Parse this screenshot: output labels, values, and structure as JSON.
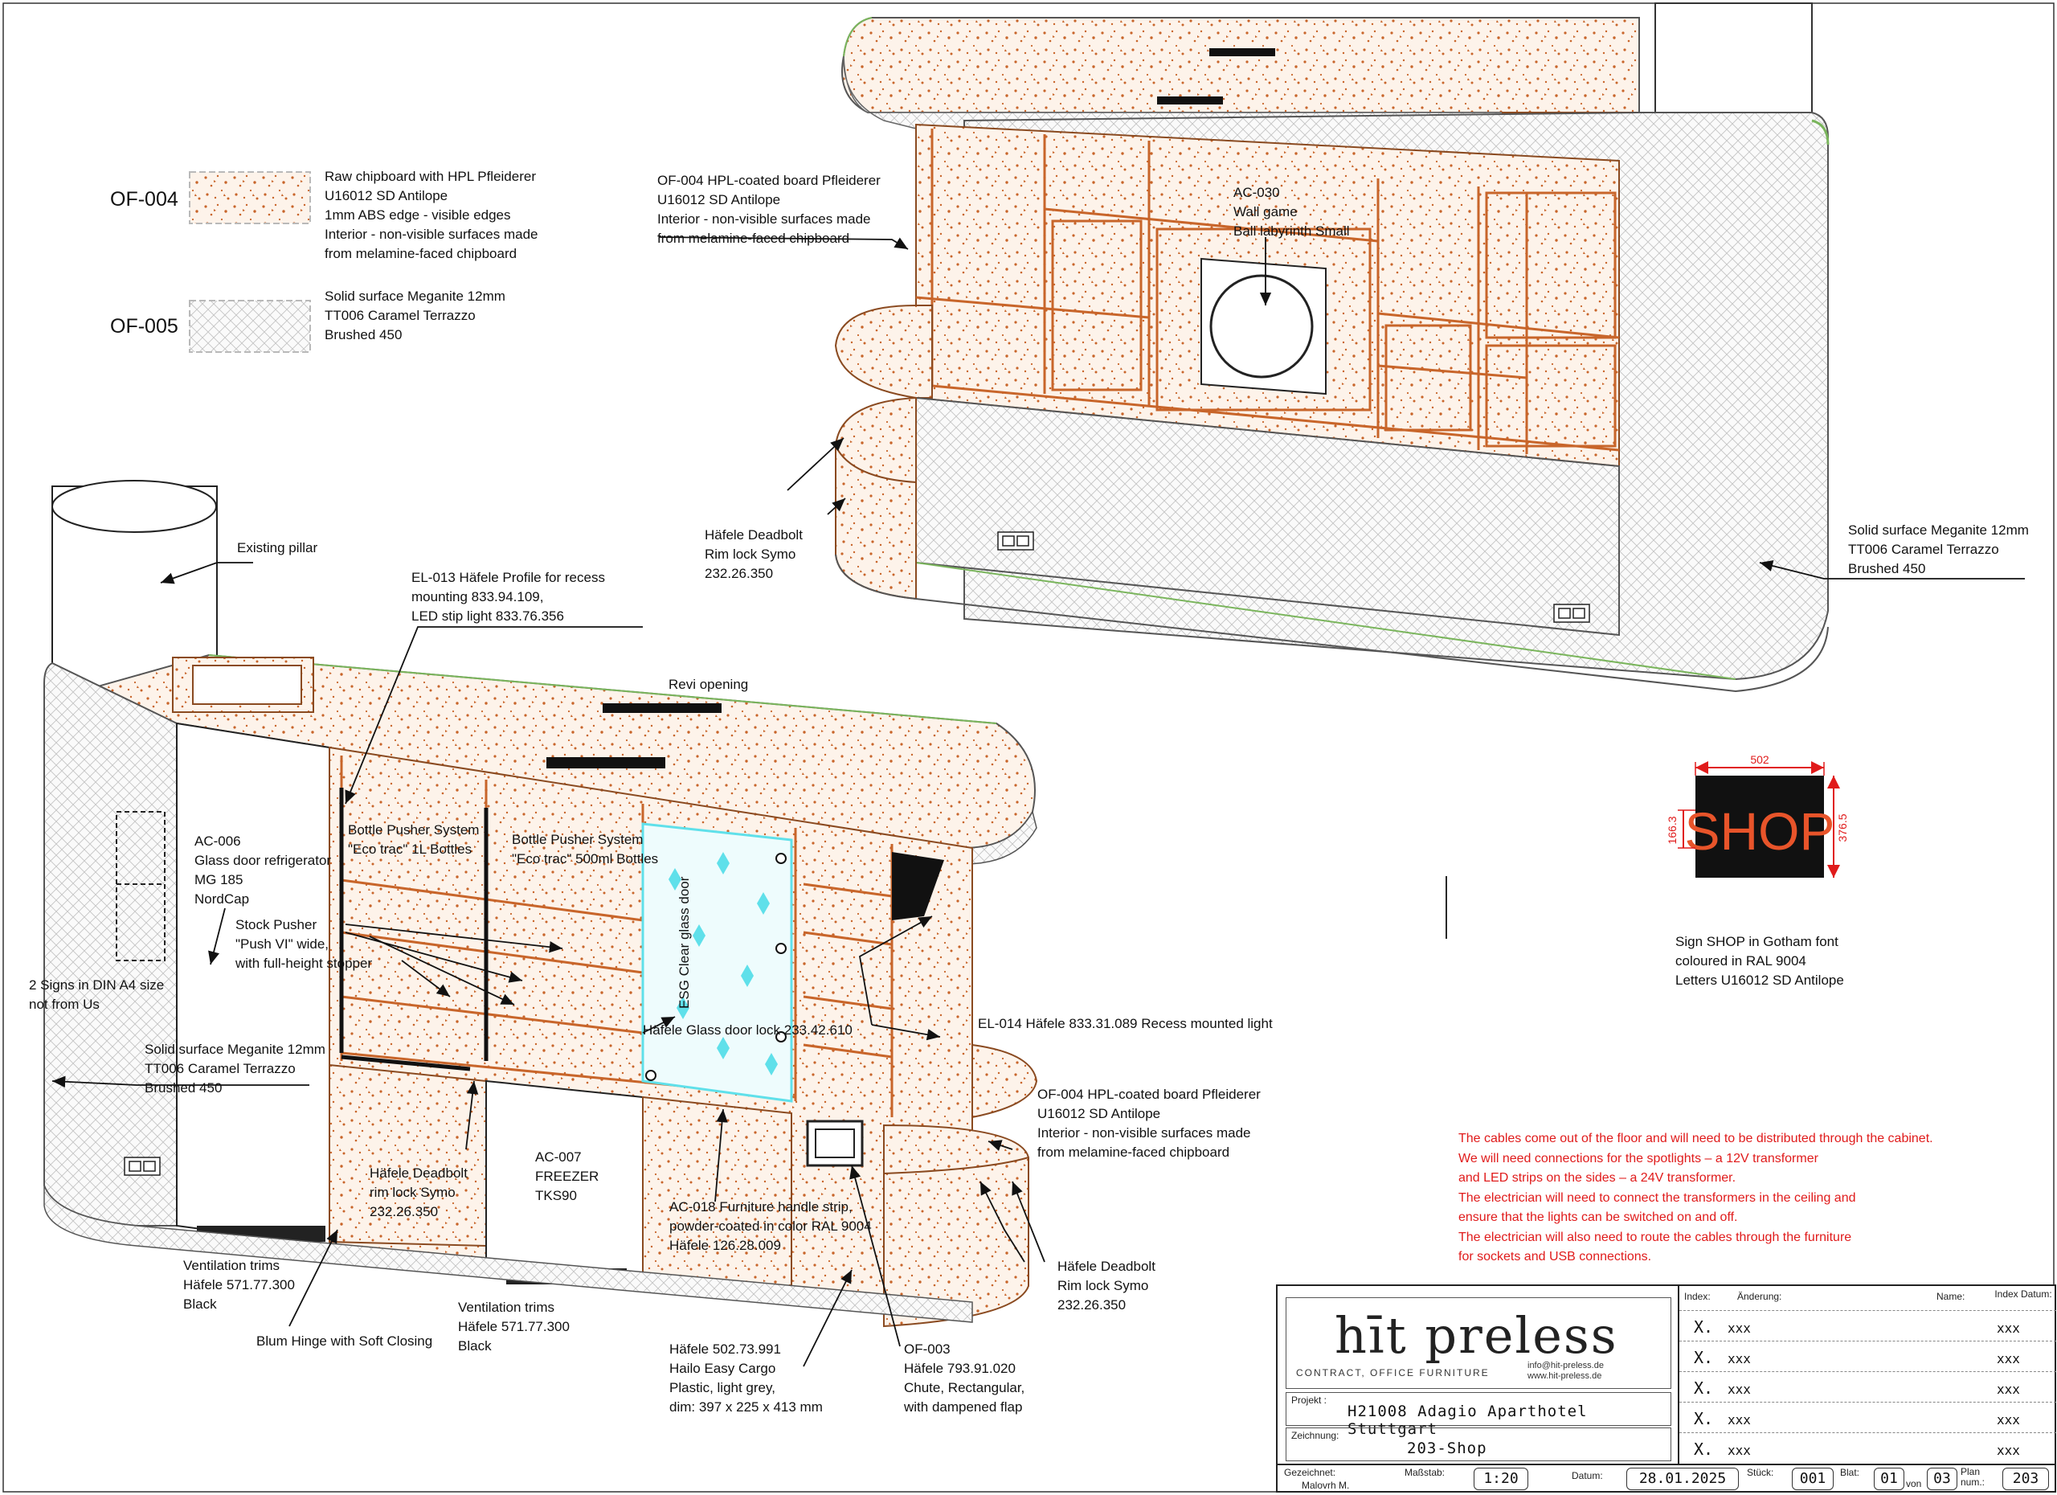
{
  "legend": {
    "of004": {
      "code": "OF-004",
      "lines": [
        "Raw chipboard with HPL Pfleiderer",
        "U16012 SD Antilope",
        "1mm ABS edge - visible edges",
        "Interior - non-visible surfaces made",
        "from melamine-faced chipboard"
      ]
    },
    "of005": {
      "code": "OF-005",
      "lines": [
        "Solid surface Meganite 12mm",
        "TT006 Caramel Terrazzo",
        "Brushed 450"
      ]
    }
  },
  "labels": {
    "upper_of004": [
      "OF-004 HPL-coated board Pfleiderer",
      "U16012 SD Antilope",
      "Interior - non-visible surfaces made",
      "from melamine-faced chipboard"
    ],
    "ac030": [
      "AC-030",
      "Wall game",
      "Ball labyrinth Small"
    ],
    "upper_deadbolt": [
      "Häfele Deadbolt",
      "Rim lock Symo",
      "232.26.350"
    ],
    "upper_meganite": [
      "Solid surface Meganite 12mm",
      "TT006 Caramel Terrazzo",
      "Brushed 450"
    ],
    "existing_pillar": [
      "Existing pillar"
    ],
    "el013": [
      "EL-013 Häfele Profile for recess",
      "mounting 833.94.109,",
      "LED stip light 833.76.356"
    ],
    "revi": [
      "Revi opening"
    ],
    "ac006": [
      "AC-006",
      "Glass door refrigerator",
      "MG 185",
      "NordCap"
    ],
    "bottle1": [
      "Bottle Pusher System",
      "\"Eco trac\" 1L Bottles"
    ],
    "bottle2": [
      "Bottle Pusher System",
      "\"Eco trac\" 500ml Bottles"
    ],
    "stock": [
      "Stock Pusher",
      "\"Push VI\" wide,",
      "with full-height stopper"
    ],
    "signs": [
      "2 Signs in DIN A4 size",
      "not from Us"
    ],
    "esg": [
      "ESG Clear glass door"
    ],
    "glasslock": [
      "Häfele Glass door lock 233.42.610"
    ],
    "el014": [
      "EL-014 Häfele 833.31.089 Recess mounted light"
    ],
    "lower_meganite": [
      "Solid surface Meganite 12mm",
      "TT006 Caramel Terrazzo",
      "Brushed 450"
    ],
    "lower_deadbolt_mid": [
      "Häfele Deadbolt",
      "rim lock Symo",
      "232.26.350"
    ],
    "ac007": [
      "AC-007",
      "FREEZER",
      "TKS90"
    ],
    "ac018": [
      "AC-018 Furniture handle strip,",
      "powder-coated in color RAL 9004",
      "Häfele 126.28.009"
    ],
    "lower_of004": [
      "OF-004 HPL-coated board Pfleiderer",
      "U16012 SD Antilope",
      "Interior - non-visible surfaces made",
      "from melamine-faced chipboard"
    ],
    "lower_deadbolt_right": [
      "Häfele Deadbolt",
      "Rim lock Symo",
      "232.26.350"
    ],
    "vent1": [
      "Ventilation trims",
      "Häfele 571.77.300",
      "Black"
    ],
    "vent2": [
      "Ventilation trims",
      "Häfele 571.77.300",
      "Black"
    ],
    "blum": [
      "Blum Hinge with Soft Closing"
    ],
    "easycargo": [
      "Häfele 502.73.991",
      "Hailo Easy Cargo",
      "Plastic, light grey,",
      "dim: 397 x 225 x 413 mm"
    ],
    "of003": [
      "OF-003",
      "Häfele 793.91.020",
      "Chute, Rectangular,",
      "with dampened flap"
    ],
    "sign_desc": [
      "Sign SHOP in Gotham font",
      "coloured in RAL 9004",
      "Letters U16012 SD Antilope"
    ]
  },
  "sign": {
    "text": "SHOP",
    "width": "502",
    "height": "376.5",
    "letter_height": "166.3",
    "dim_color": "#e01b1b",
    "sign_bg": "#111111",
    "letter_color": "#e8542a"
  },
  "notes": [
    "The cables come out of the floor and will need to be distributed through the cabinet.",
    "We will need connections for the spotlights – a 12V transformer",
    "and LED strips on the sides – a 24V transformer.",
    "The electrician will need to connect the transformers in the ceiling and",
    "ensure that the lights can be switched on and off.",
    "The electrician will also need to route the cables through the furniture",
    "for sockets and USB connections."
  ],
  "title_block": {
    "brand": "hīt preless",
    "tagline": "CONTRACT, OFFICE FURNITURE",
    "email": "info@hit-preless.de",
    "web": "www.hit-preless.de",
    "projekt_label": "Projekt :",
    "projekt": "H21008 Adagio Aparthotel Stuttgart",
    "zeichnung_label": "Zeichnung:",
    "zeichnung": "203-Shop",
    "gezeichnet_label": "Gezeichnet:",
    "gezeichnet": "Malovrh M.",
    "massstab_label": "Maßstab:",
    "massstab": "1:20",
    "datum_label": "Datum:",
    "datum": "28.01.2025",
    "stueck_label": "Stück:",
    "stueck": "001",
    "blat_label": "Blat:",
    "blat": "01",
    "von_label": "von",
    "von": "03",
    "plan_label": "Plan num.:",
    "plan": "203",
    "rev_headers": [
      "Index:",
      "Änderung:",
      "Name:",
      "Index Datum:"
    ],
    "rev_rows": [
      {
        "x": "X.",
        "a": "xxx",
        "b": "xxx"
      },
      {
        "x": "X.",
        "a": "xxx",
        "b": "xxx"
      },
      {
        "x": "X.",
        "a": "xxx",
        "b": "xxx"
      },
      {
        "x": "X.",
        "a": "xxx",
        "b": "xxx"
      },
      {
        "x": "X.",
        "a": "xxx",
        "b": "xxx"
      }
    ]
  },
  "colors": {
    "hpl_dot": "#c8652a",
    "hpl_base": "#fdf4ec",
    "hpl_edge": "#c8652a",
    "terrazzo_line": "#c9c9c9",
    "glass": "#5fe0ea",
    "led": "#7ab55c"
  }
}
